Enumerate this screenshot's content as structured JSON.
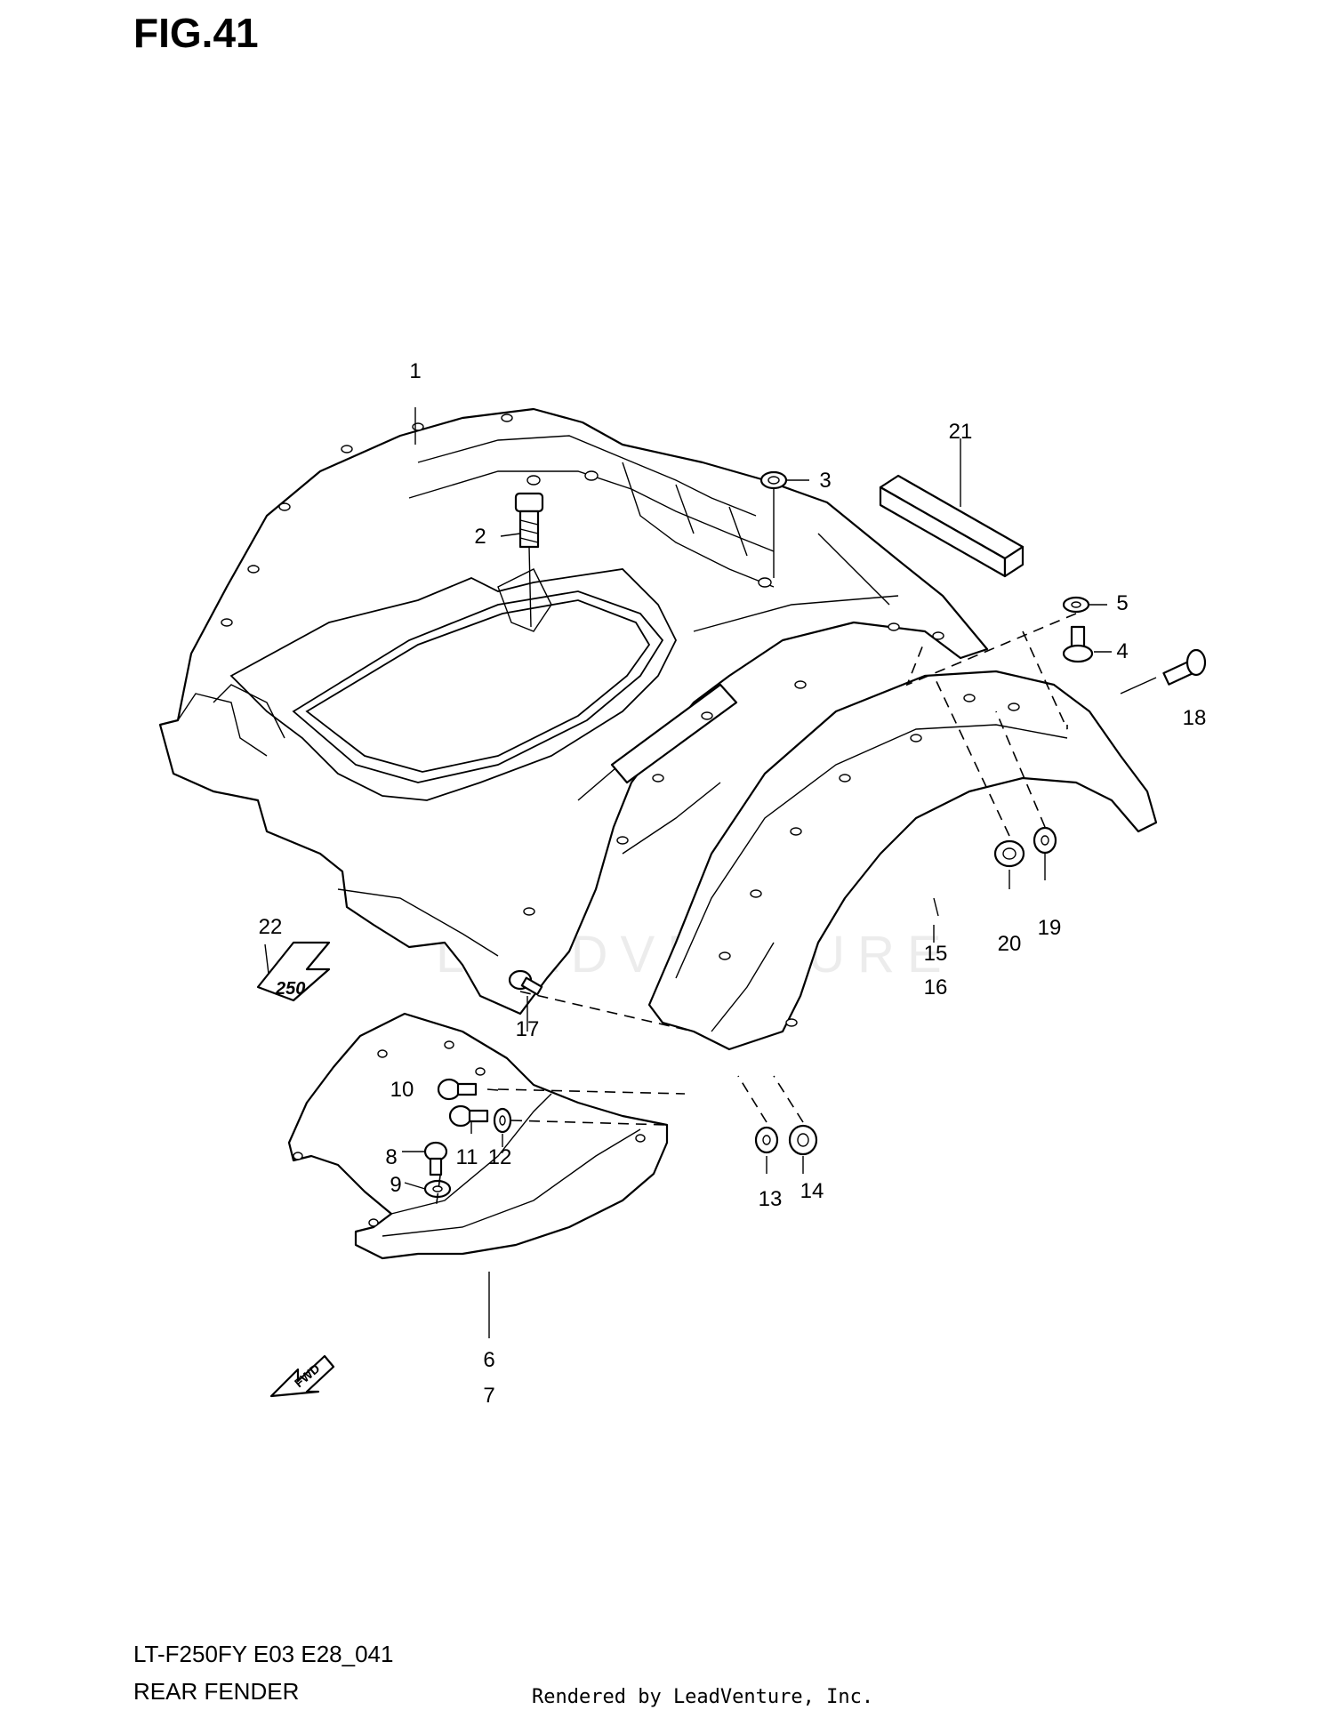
{
  "figure": {
    "title": "FIG.41",
    "watermark": "LEADVENTURE"
  },
  "callouts": [
    {
      "id": "c1",
      "label": "1"
    },
    {
      "id": "c2",
      "label": "2"
    },
    {
      "id": "c3",
      "label": "3"
    },
    {
      "id": "c4",
      "label": "4"
    },
    {
      "id": "c5",
      "label": "5"
    },
    {
      "id": "c6",
      "label": "6"
    },
    {
      "id": "c7",
      "label": "7"
    },
    {
      "id": "c8",
      "label": "8"
    },
    {
      "id": "c9",
      "label": "9"
    },
    {
      "id": "c10",
      "label": "10"
    },
    {
      "id": "c11",
      "label": "11"
    },
    {
      "id": "c12",
      "label": "12"
    },
    {
      "id": "c13",
      "label": "13"
    },
    {
      "id": "c14",
      "label": "14"
    },
    {
      "id": "c15",
      "label": "15"
    },
    {
      "id": "c16",
      "label": "16"
    },
    {
      "id": "c17",
      "label": "17"
    },
    {
      "id": "c18",
      "label": "18"
    },
    {
      "id": "c19",
      "label": "19"
    },
    {
      "id": "c20",
      "label": "20"
    },
    {
      "id": "c21",
      "label": "21"
    },
    {
      "id": "c22",
      "label": "22"
    }
  ],
  "footer": {
    "model_code": "LT-F250FY E03 E28_041",
    "section_name": "REAR FENDER",
    "rendered_by": "Rendered by LeadVenture, Inc."
  },
  "decal_text": "250",
  "fwd_label": "FWD"
}
